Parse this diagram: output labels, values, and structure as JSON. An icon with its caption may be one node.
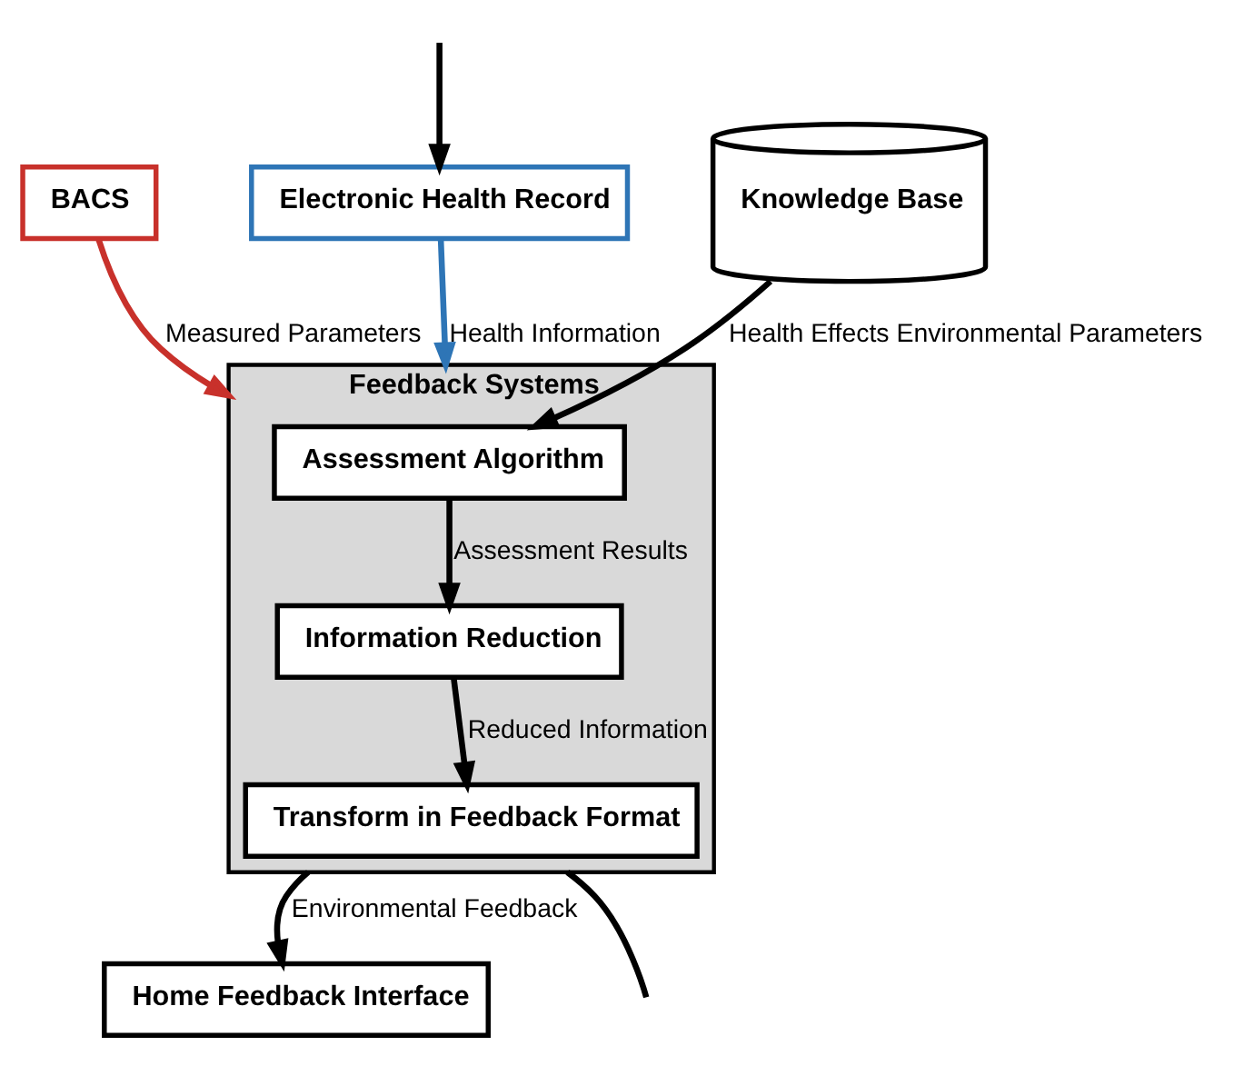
{
  "diagram": {
    "nodes": [
      {
        "text": [
          "BACS"
        ]
      },
      {
        "text": [
          "Electronic Health Record"
        ]
      },
      {
        "text": [
          "Knowledge Base"
        ]
      },
      {
        "text": [
          "Feedback Systems"
        ]
      },
      {
        "text": [
          "Assessment Algorithm"
        ],
        "in": 3
      },
      {
        "text": [
          "Information Reduction"
        ],
        "in": 3
      },
      {
        "text": [
          "Transform in Feedback Format"
        ],
        "in": 3
      },
      {
        "text": [
          "Home Feedback Interface"
        ]
      }
    ],
    "edges": [
      {
        "from": 0,
        "to": 3,
        "arrow": "to",
        "label": "Measured Parameters",
        "color": "#c8312b"
      },
      {
        "from": 1,
        "to": 3,
        "arrow": "to",
        "label": "Health Information",
        "color": "#2e75b6"
      },
      {
        "from": null,
        "to": 1,
        "arrow": "to"
      },
      {
        "from": 2,
        "to": 4,
        "arrow": "to",
        "label": "Health Effects Environmental Parameters"
      },
      {
        "from": 4,
        "to": 5,
        "arrow": "to",
        "label": "Assessment Results"
      },
      {
        "from": 5,
        "to": 6,
        "arrow": "to",
        "label": "Reduced Information"
      },
      {
        "from": 3,
        "to": 7,
        "arrow": "to",
        "label": "Environmental Feedback"
      },
      {
        "from": 3,
        "to": null,
        "arrow": "none"
      }
    ]
  }
}
